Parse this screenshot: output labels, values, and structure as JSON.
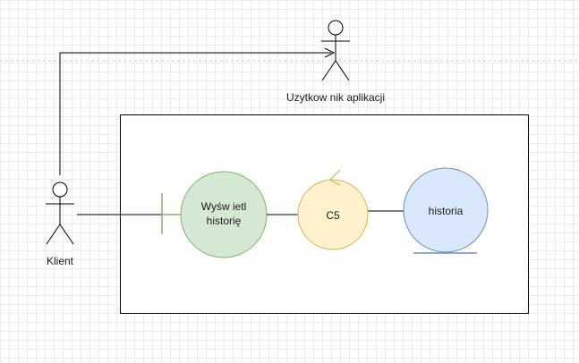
{
  "actors": {
    "app_user": {
      "label": "Uzytkow nik aplikacji"
    },
    "client": {
      "label": "Klient"
    }
  },
  "nodes": {
    "boundary": {
      "line1": "Wyśw ietl",
      "line2": "historię",
      "fill": "#d5e8d4",
      "stroke": "#82b366"
    },
    "control": {
      "label": "C5",
      "fill": "#fff2cc",
      "stroke": "#d6b656"
    },
    "entity": {
      "label": "historia",
      "fill": "#dae8fc",
      "stroke": "#6c8ebf"
    }
  },
  "colors": {
    "line": "#000000",
    "page_break": "#c8c8c8"
  }
}
